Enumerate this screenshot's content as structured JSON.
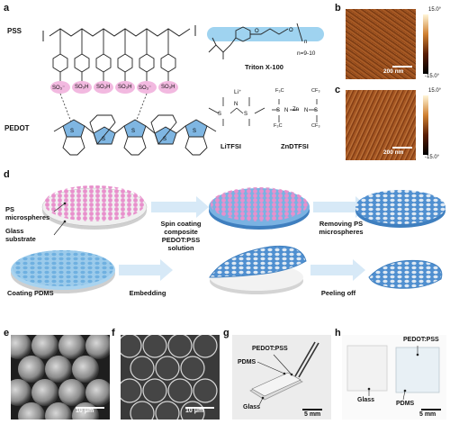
{
  "panels": {
    "a": "a",
    "b": "b",
    "c": "c",
    "d": "d",
    "e": "e",
    "f": "f",
    "g": "g",
    "h": "h"
  },
  "panel_a": {
    "pss_label": "PSS",
    "pedot_label": "PEDOT",
    "so3_minus": "SO₃⁻",
    "so3h": "SO₃H",
    "triton_label": "Triton X-100",
    "triton_n": "n=9-10",
    "litfsi_label": "LiTFSI",
    "zndtfsi_label": "ZnDTFSI",
    "li_plus": "Li⁺",
    "zn": "Zn",
    "cf3": "CF₃",
    "f3c": "F₃C"
  },
  "panel_b": {
    "scale_top": "15.0°",
    "scale_bottom": "-15.0°",
    "scalebar": "200 nm"
  },
  "panel_c": {
    "scale_top": "15.0°",
    "scale_bottom": "-15.0°",
    "scalebar": "200 nm"
  },
  "panel_d": {
    "ps_microspheres": "PS microspheres",
    "glass_substrate": "Glass substrate",
    "step1": "Spin coating composite PEDOT:PSS solution",
    "step2": "Removing PS microspheres",
    "step3": "Coating PDMS",
    "step4": "Embedding",
    "step5": "Peeling off"
  },
  "panel_e": {
    "scalebar": "10 μm"
  },
  "panel_f": {
    "scalebar": "10 μm"
  },
  "panel_g": {
    "pedot": "PEDOT:PSS",
    "pdms": "PDMS",
    "glass": "Glass",
    "scalebar": "5 mm"
  },
  "panel_h": {
    "glass": "Glass",
    "pedot": "PEDOT:PSS",
    "pdms": "PDMS",
    "scalebar": "5 mm"
  },
  "colors": {
    "pink": "#e9a9d6",
    "blue": "#8fc6ea",
    "film_blue": "#5a98d6",
    "afm_brown": "#9a4a18"
  }
}
